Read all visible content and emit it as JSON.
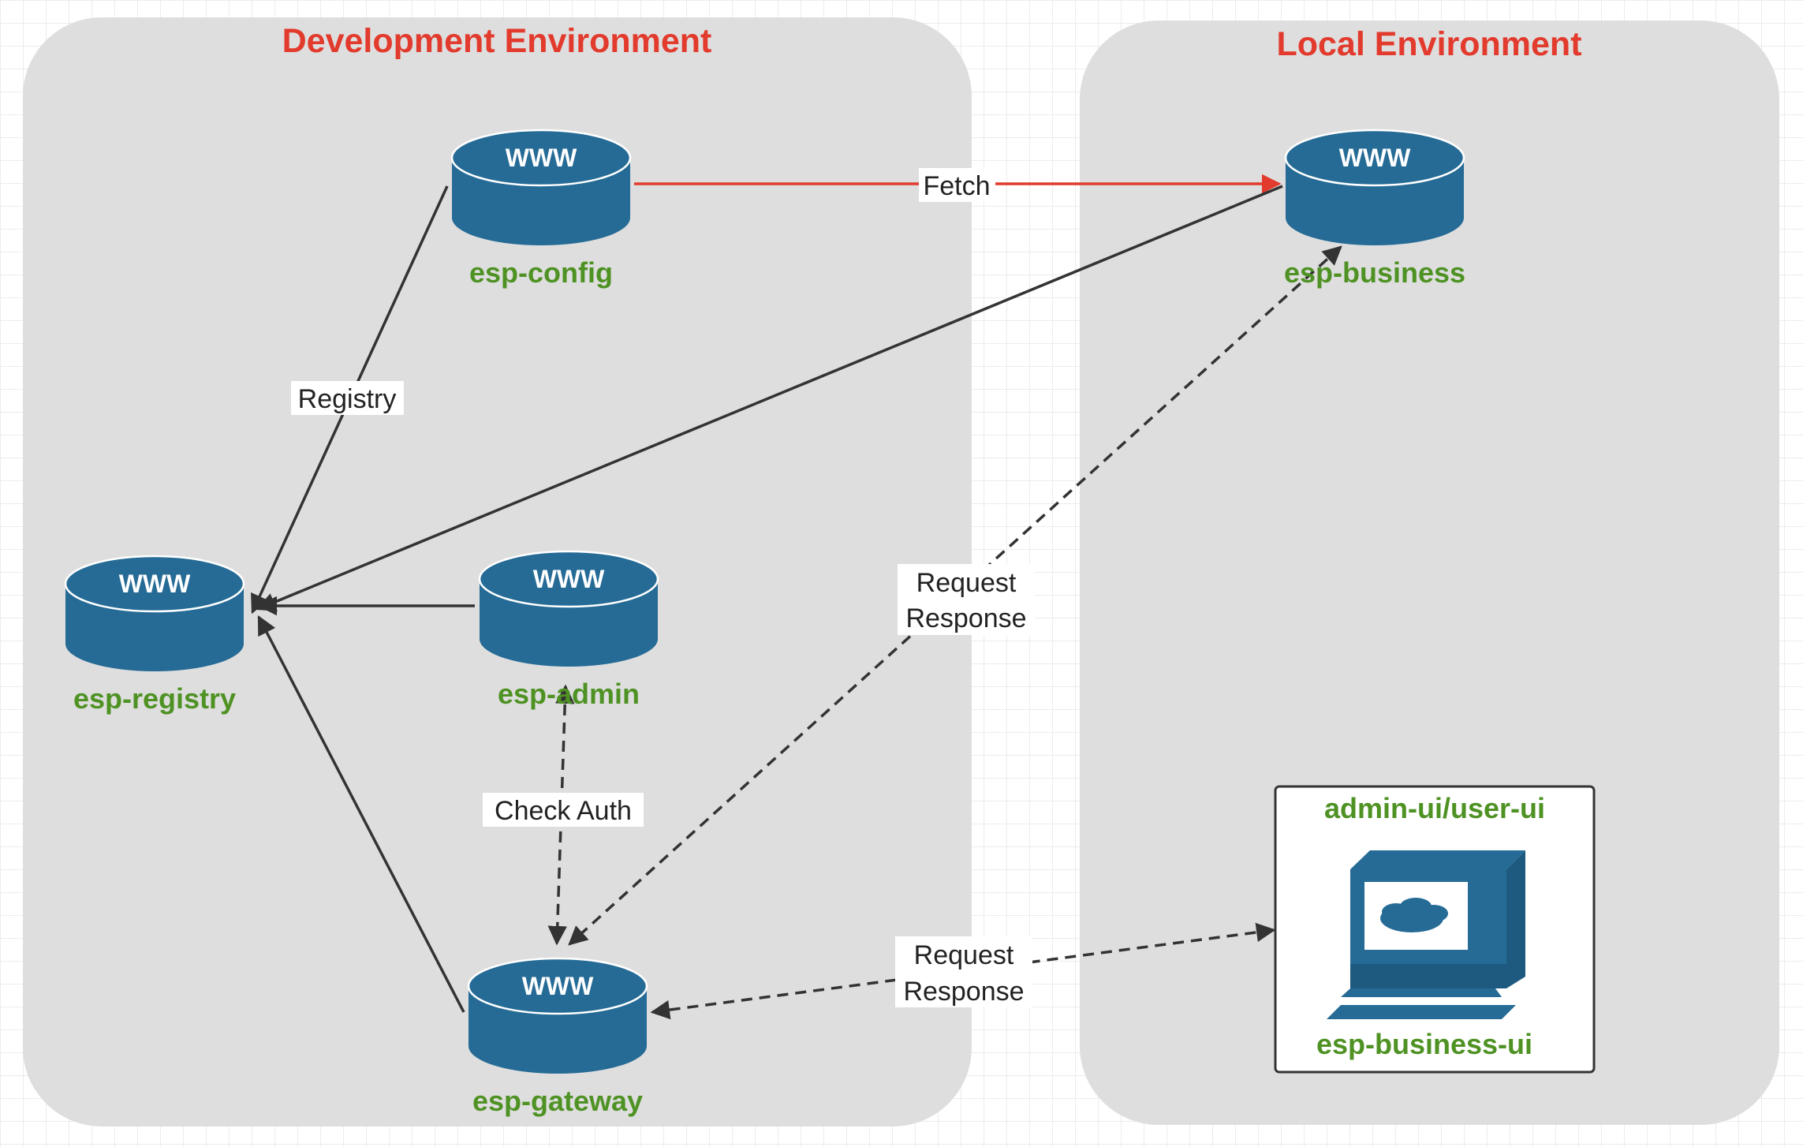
{
  "colors": {
    "environment_bg": "#dedede",
    "environment_title": "#e23a2c",
    "node_fill": "#256b96",
    "node_label": "#4f9224",
    "edge": "#333333",
    "fetch_edge": "#e23a2c",
    "label_bg": "#ffffff"
  },
  "environments": {
    "development": {
      "title": "Development Environment"
    },
    "local": {
      "title": "Local Environment"
    }
  },
  "nodes": {
    "esp_config": {
      "icon_text": "WWW",
      "label": "esp-config",
      "icon": "server-database-icon"
    },
    "esp_business": {
      "icon_text": "WWW",
      "label": "esp-business",
      "icon": "server-database-icon"
    },
    "esp_registry": {
      "icon_text": "WWW",
      "label": "esp-registry",
      "icon": "server-database-icon"
    },
    "esp_admin": {
      "icon_text": "WWW",
      "label": "esp-admin",
      "icon": "server-database-icon"
    },
    "esp_gateway": {
      "icon_text": "WWW",
      "label": "esp-gateway",
      "icon": "server-database-icon"
    },
    "esp_business_ui": {
      "group_title": "admin-ui/user-ui",
      "label": "esp-business-ui",
      "icon": "computer-terminal-icon"
    }
  },
  "edges": {
    "fetch": {
      "label": "Fetch"
    },
    "registry": {
      "label": "Registry"
    },
    "check_auth": {
      "label": "Check Auth"
    },
    "gateway_business": {
      "label_line1": "Request",
      "label_line2": "Response"
    },
    "gateway_ui": {
      "label_line1": "Request",
      "label_line2": "Response"
    }
  }
}
